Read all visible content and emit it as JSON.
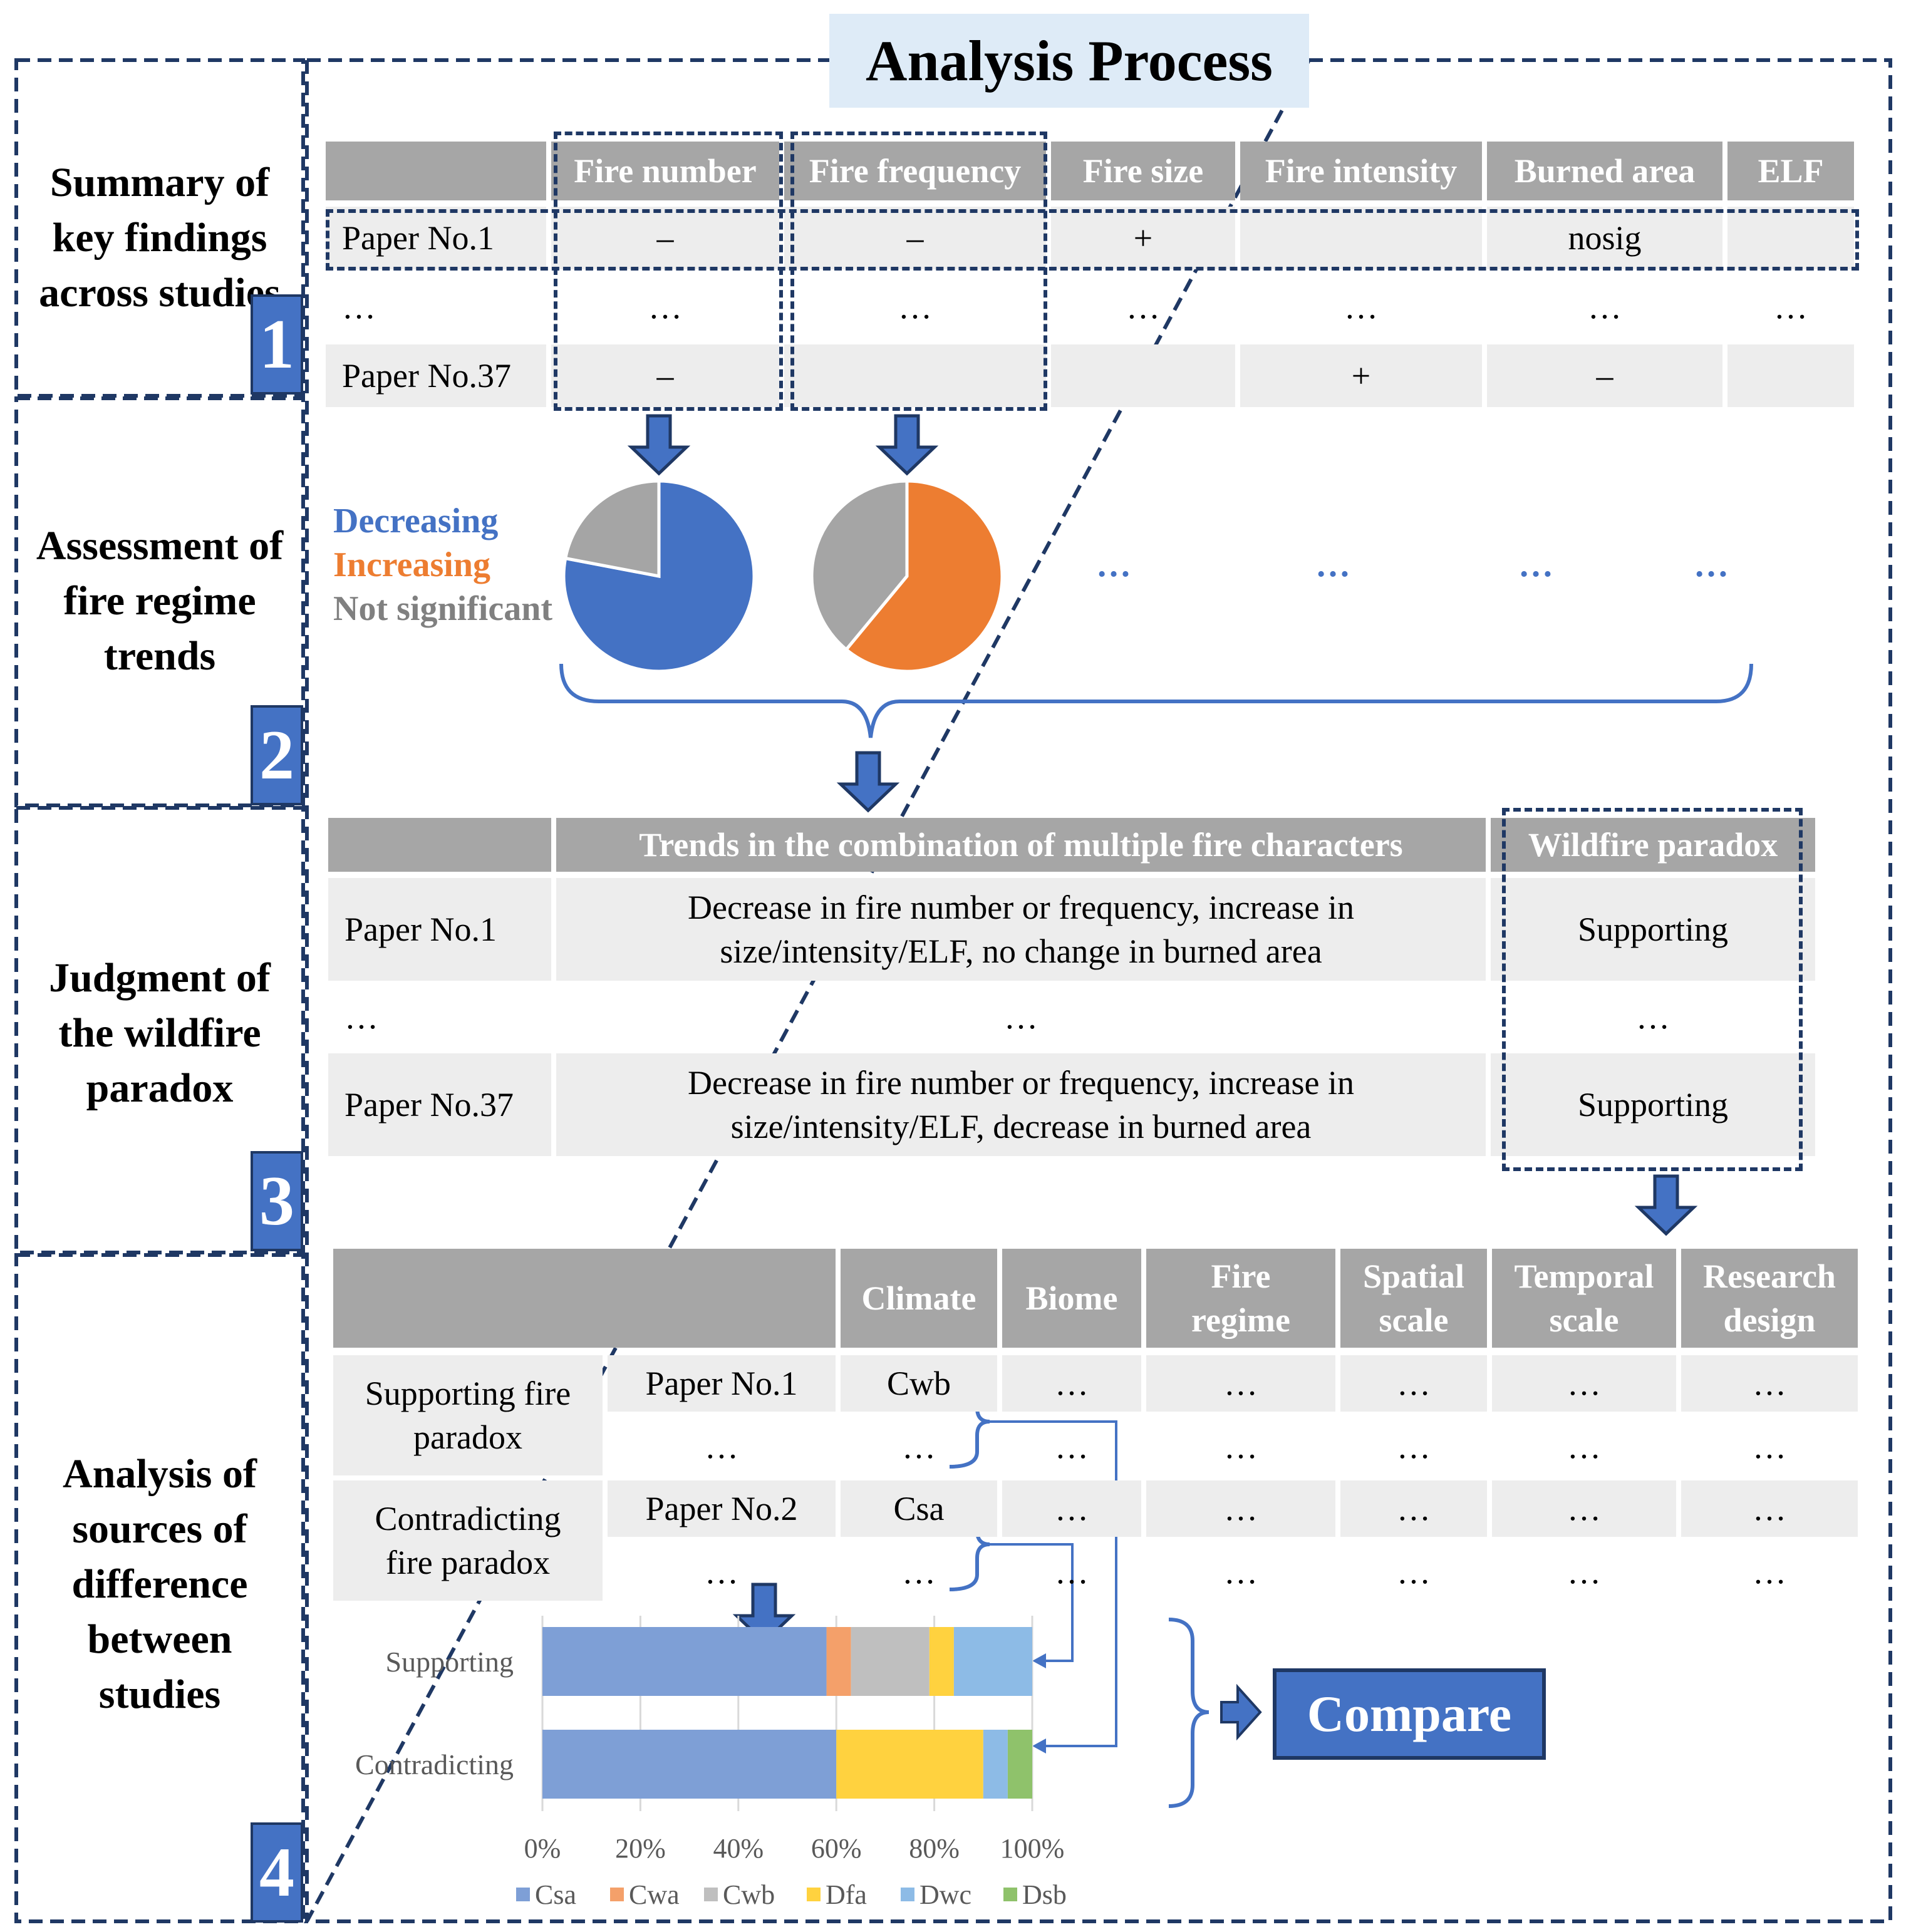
{
  "title": "Analysis Process",
  "steps": [
    {
      "number": "1",
      "label": "Summary of key findings across studies"
    },
    {
      "number": "2",
      "label": "Assessment of fire regime trends"
    },
    {
      "number": "3",
      "label": "Judgment of the wildfire paradox"
    },
    {
      "number": "4",
      "label": "Analysis of sources of difference between studies"
    }
  ],
  "table1": {
    "headers": [
      "",
      "Fire number",
      "Fire frequency",
      "Fire size",
      "Fire intensity",
      "Burned area",
      "ELF"
    ],
    "rows": [
      [
        "Paper No.1",
        "–",
        "–",
        "+",
        "",
        "nosig",
        ""
      ],
      [
        "…",
        "…",
        "…",
        "…",
        "…",
        "…",
        "…"
      ],
      [
        "Paper No.37",
        "–",
        "",
        "",
        "+",
        "–",
        ""
      ]
    ]
  },
  "trend_legend": {
    "decreasing": "Decreasing",
    "increasing": "Increasing",
    "not_significant": "Not significant",
    "colors": {
      "decreasing": "#4472c4",
      "increasing": "#ed7d31",
      "not_significant": "#a5a5a5"
    }
  },
  "pies": [
    {
      "decreasing": 0.78,
      "increasing": 0.0,
      "not_significant": 0.22
    },
    {
      "decreasing": 0.0,
      "increasing": 0.61,
      "not_significant": 0.39
    }
  ],
  "ellipses": [
    "…",
    "…",
    "…",
    "…"
  ],
  "table2": {
    "headers": [
      "",
      "Trends in the combination of multiple fire characters",
      "Wildfire paradox"
    ],
    "rows": [
      [
        "Paper No.1",
        "Decrease in fire number or frequency, increase in size/intensity/ELF, no change in burned area",
        "Supporting"
      ],
      [
        "…",
        "…",
        "…"
      ],
      [
        "Paper No.37",
        "Decrease in fire number or frequency, increase in size/intensity/ELF, decrease in  burned area",
        "Supporting"
      ]
    ]
  },
  "table3": {
    "headers": [
      "",
      "Climate",
      "Biome",
      "Fire regime",
      "Spatial scale",
      "Temporal scale",
      "Research design"
    ],
    "groups": [
      {
        "label": "Supporting fire paradox",
        "rows": [
          [
            "Paper No.1",
            "Cwb",
            "…",
            "…",
            "…",
            "…",
            "…"
          ],
          [
            "…",
            "…",
            "…",
            "…",
            "…",
            "…",
            "…"
          ]
        ]
      },
      {
        "label": "Contradicting fire paradox",
        "rows": [
          [
            "Paper No.2",
            "Csa",
            "…",
            "…",
            "…",
            "…",
            "…"
          ],
          [
            "…",
            "…",
            "…",
            "…",
            "…",
            "…",
            "…"
          ]
        ]
      }
    ]
  },
  "chart_data": {
    "type": "bar",
    "orientation": "horizontal-stacked-100",
    "categories": [
      "Supporting",
      "Contradicting"
    ],
    "series": [
      {
        "name": "Csa",
        "color": "#7e9fd6",
        "values": [
          58,
          60
        ]
      },
      {
        "name": "Cwa",
        "color": "#f4a06a",
        "values": [
          5,
          0
        ]
      },
      {
        "name": "Cwb",
        "color": "#bfbfbf",
        "values": [
          16,
          0
        ]
      },
      {
        "name": "Dfa",
        "color": "#ffd23f",
        "values": [
          5,
          30
        ]
      },
      {
        "name": "Dwc",
        "color": "#8dbbe6",
        "values": [
          16,
          5
        ]
      },
      {
        "name": "Dsb",
        "color": "#8fc26b",
        "values": [
          0,
          5
        ]
      }
    ],
    "xticks": [
      "0%",
      "20%",
      "40%",
      "60%",
      "80%",
      "100%"
    ],
    "xlim": [
      0,
      100
    ],
    "grid": true,
    "legend": "bottom"
  },
  "compare_label": "Compare"
}
